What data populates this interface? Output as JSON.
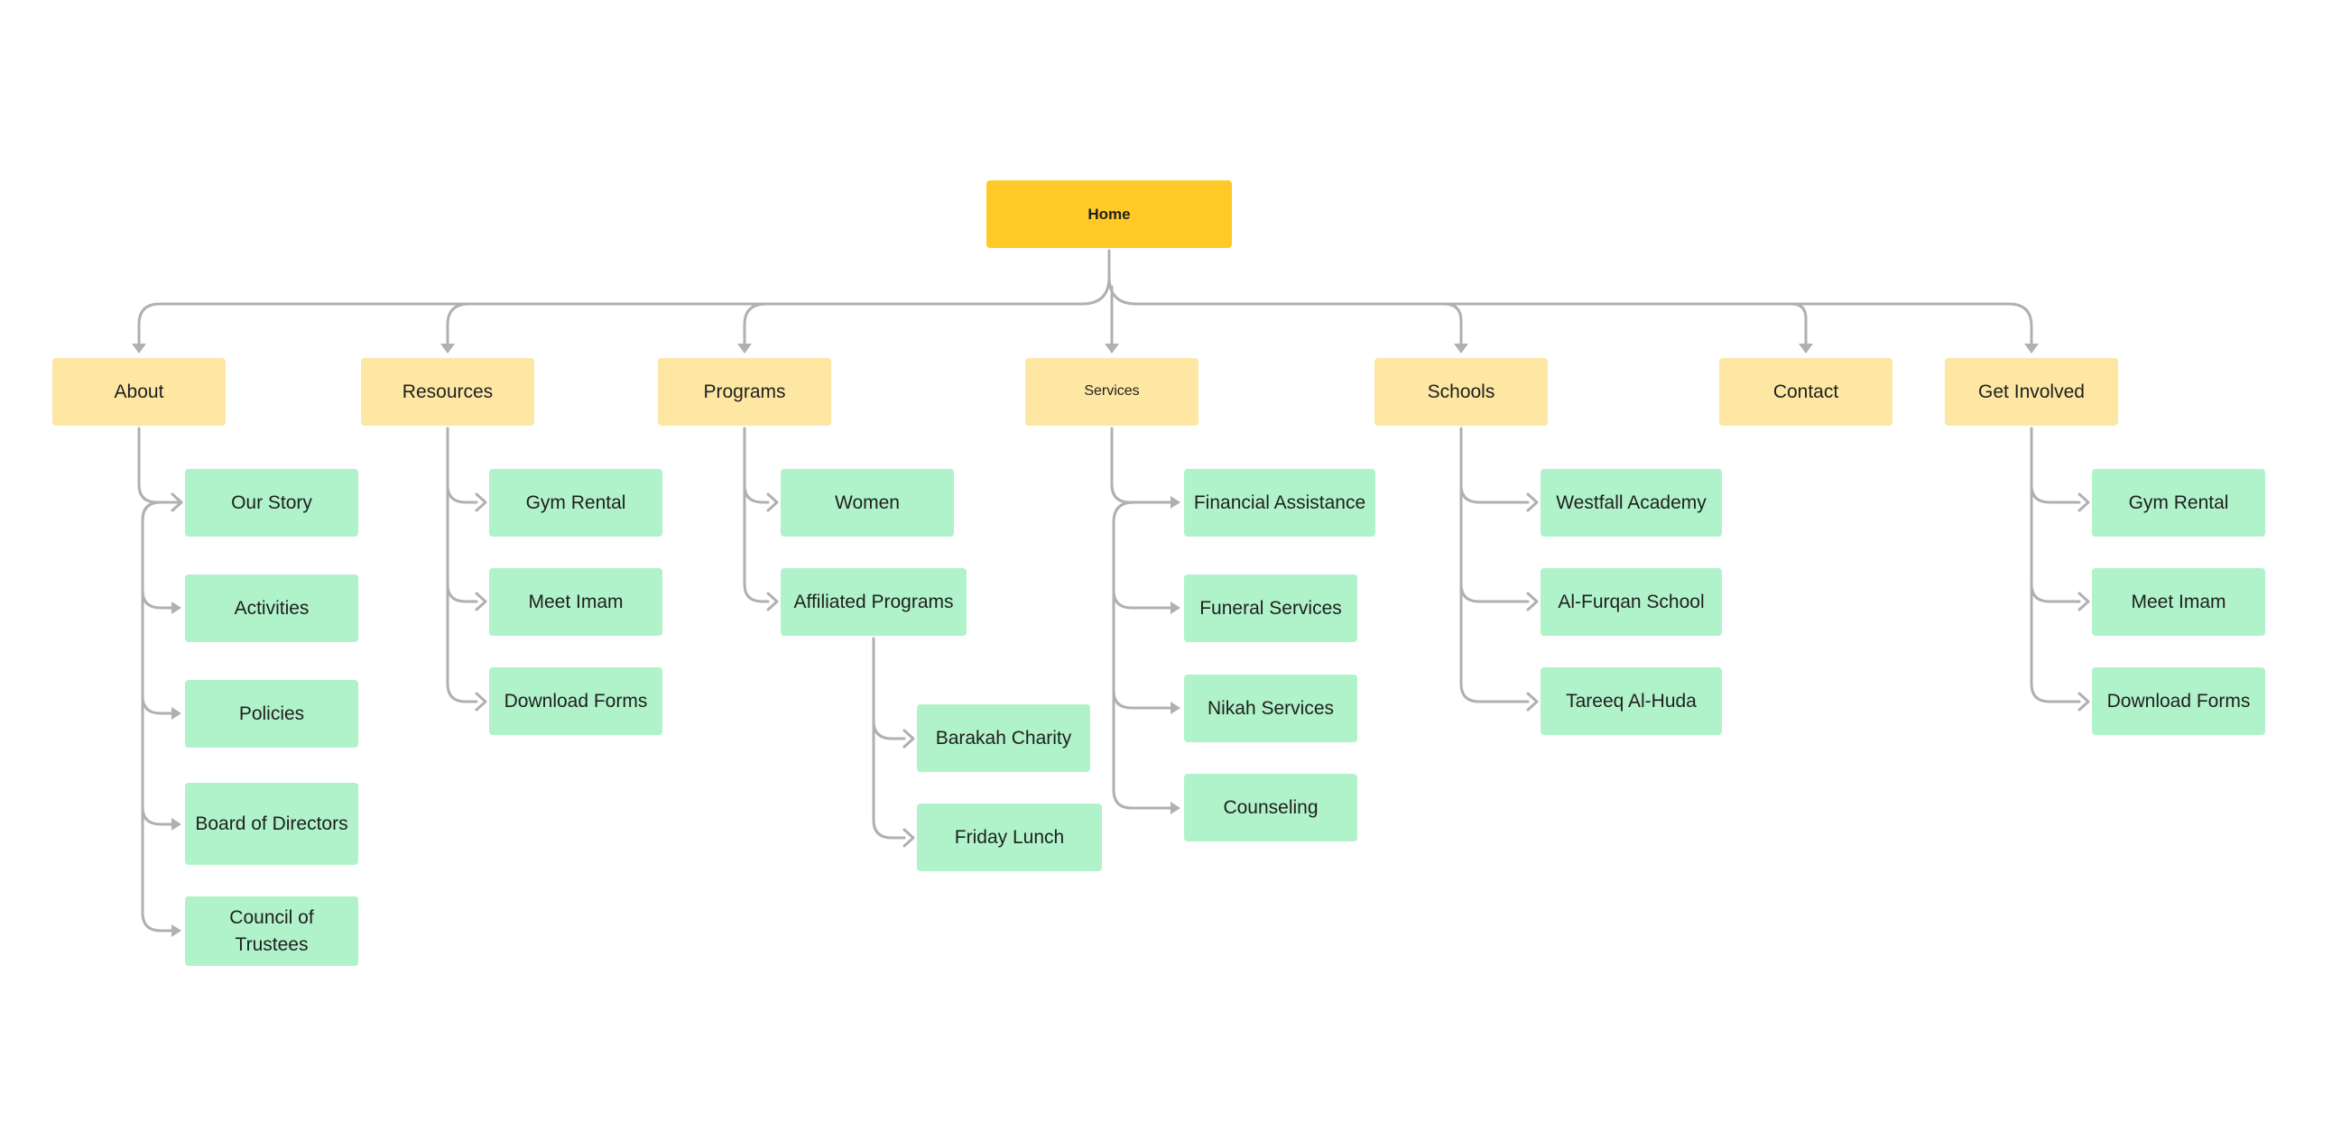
{
  "diagram": {
    "root": "Home",
    "sections": [
      {
        "id": "about",
        "label": "About",
        "children": [
          "Our Story",
          "Activities",
          "Policies",
          "Board of Directors",
          "Council of Trustees"
        ]
      },
      {
        "id": "resources",
        "label": "Resources",
        "children": [
          "Gym Rental",
          "Meet Imam",
          "Download Forms"
        ]
      },
      {
        "id": "programs",
        "label": "Programs",
        "children": [
          "Women",
          "Affiliated Programs"
        ],
        "affiliated_children": [
          "Barakah Charity",
          "Friday Lunch"
        ]
      },
      {
        "id": "services",
        "label": "Services",
        "children": [
          "Financial Assistance",
          "Funeral Services",
          "Nikah Services",
          "Counseling"
        ]
      },
      {
        "id": "schools",
        "label": "Schools",
        "children": [
          "Westfall Academy",
          "Al-Furqan School",
          "Tareeq Al-Huda"
        ]
      },
      {
        "id": "contact",
        "label": "Contact",
        "children": []
      },
      {
        "id": "get_involved",
        "label": "Get Involved",
        "children": [
          "Gym Rental",
          "Meet Imam",
          "Download Forms"
        ]
      }
    ]
  },
  "colors": {
    "root": "#ffca28",
    "section": "#fde7a3",
    "page": "#b0f2c9",
    "connector": "#b0b0b0"
  }
}
